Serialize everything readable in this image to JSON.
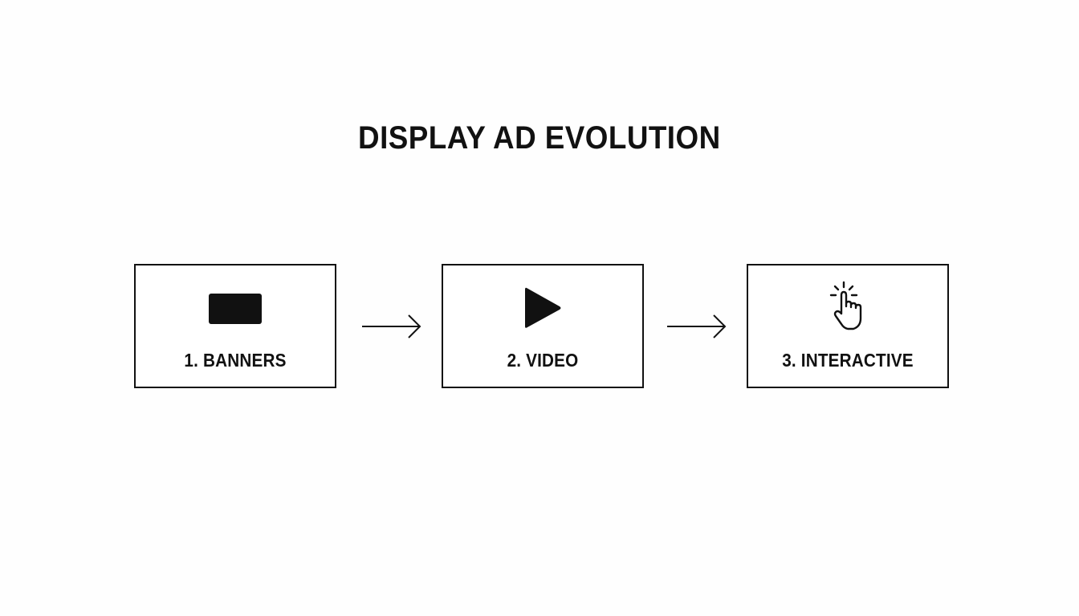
{
  "title": "DISPLAY AD EVOLUTION",
  "colors": {
    "stroke": "#111111",
    "background": "#fefefe"
  },
  "steps": [
    {
      "label": "1. BANNERS",
      "icon": "banner-icon"
    },
    {
      "label": "2. VIDEO",
      "icon": "play-icon"
    },
    {
      "label": "3. INTERACTIVE",
      "icon": "tap-hand-icon"
    }
  ],
  "connectors": [
    {
      "icon": "arrow-right-icon"
    },
    {
      "icon": "arrow-right-icon"
    }
  ]
}
